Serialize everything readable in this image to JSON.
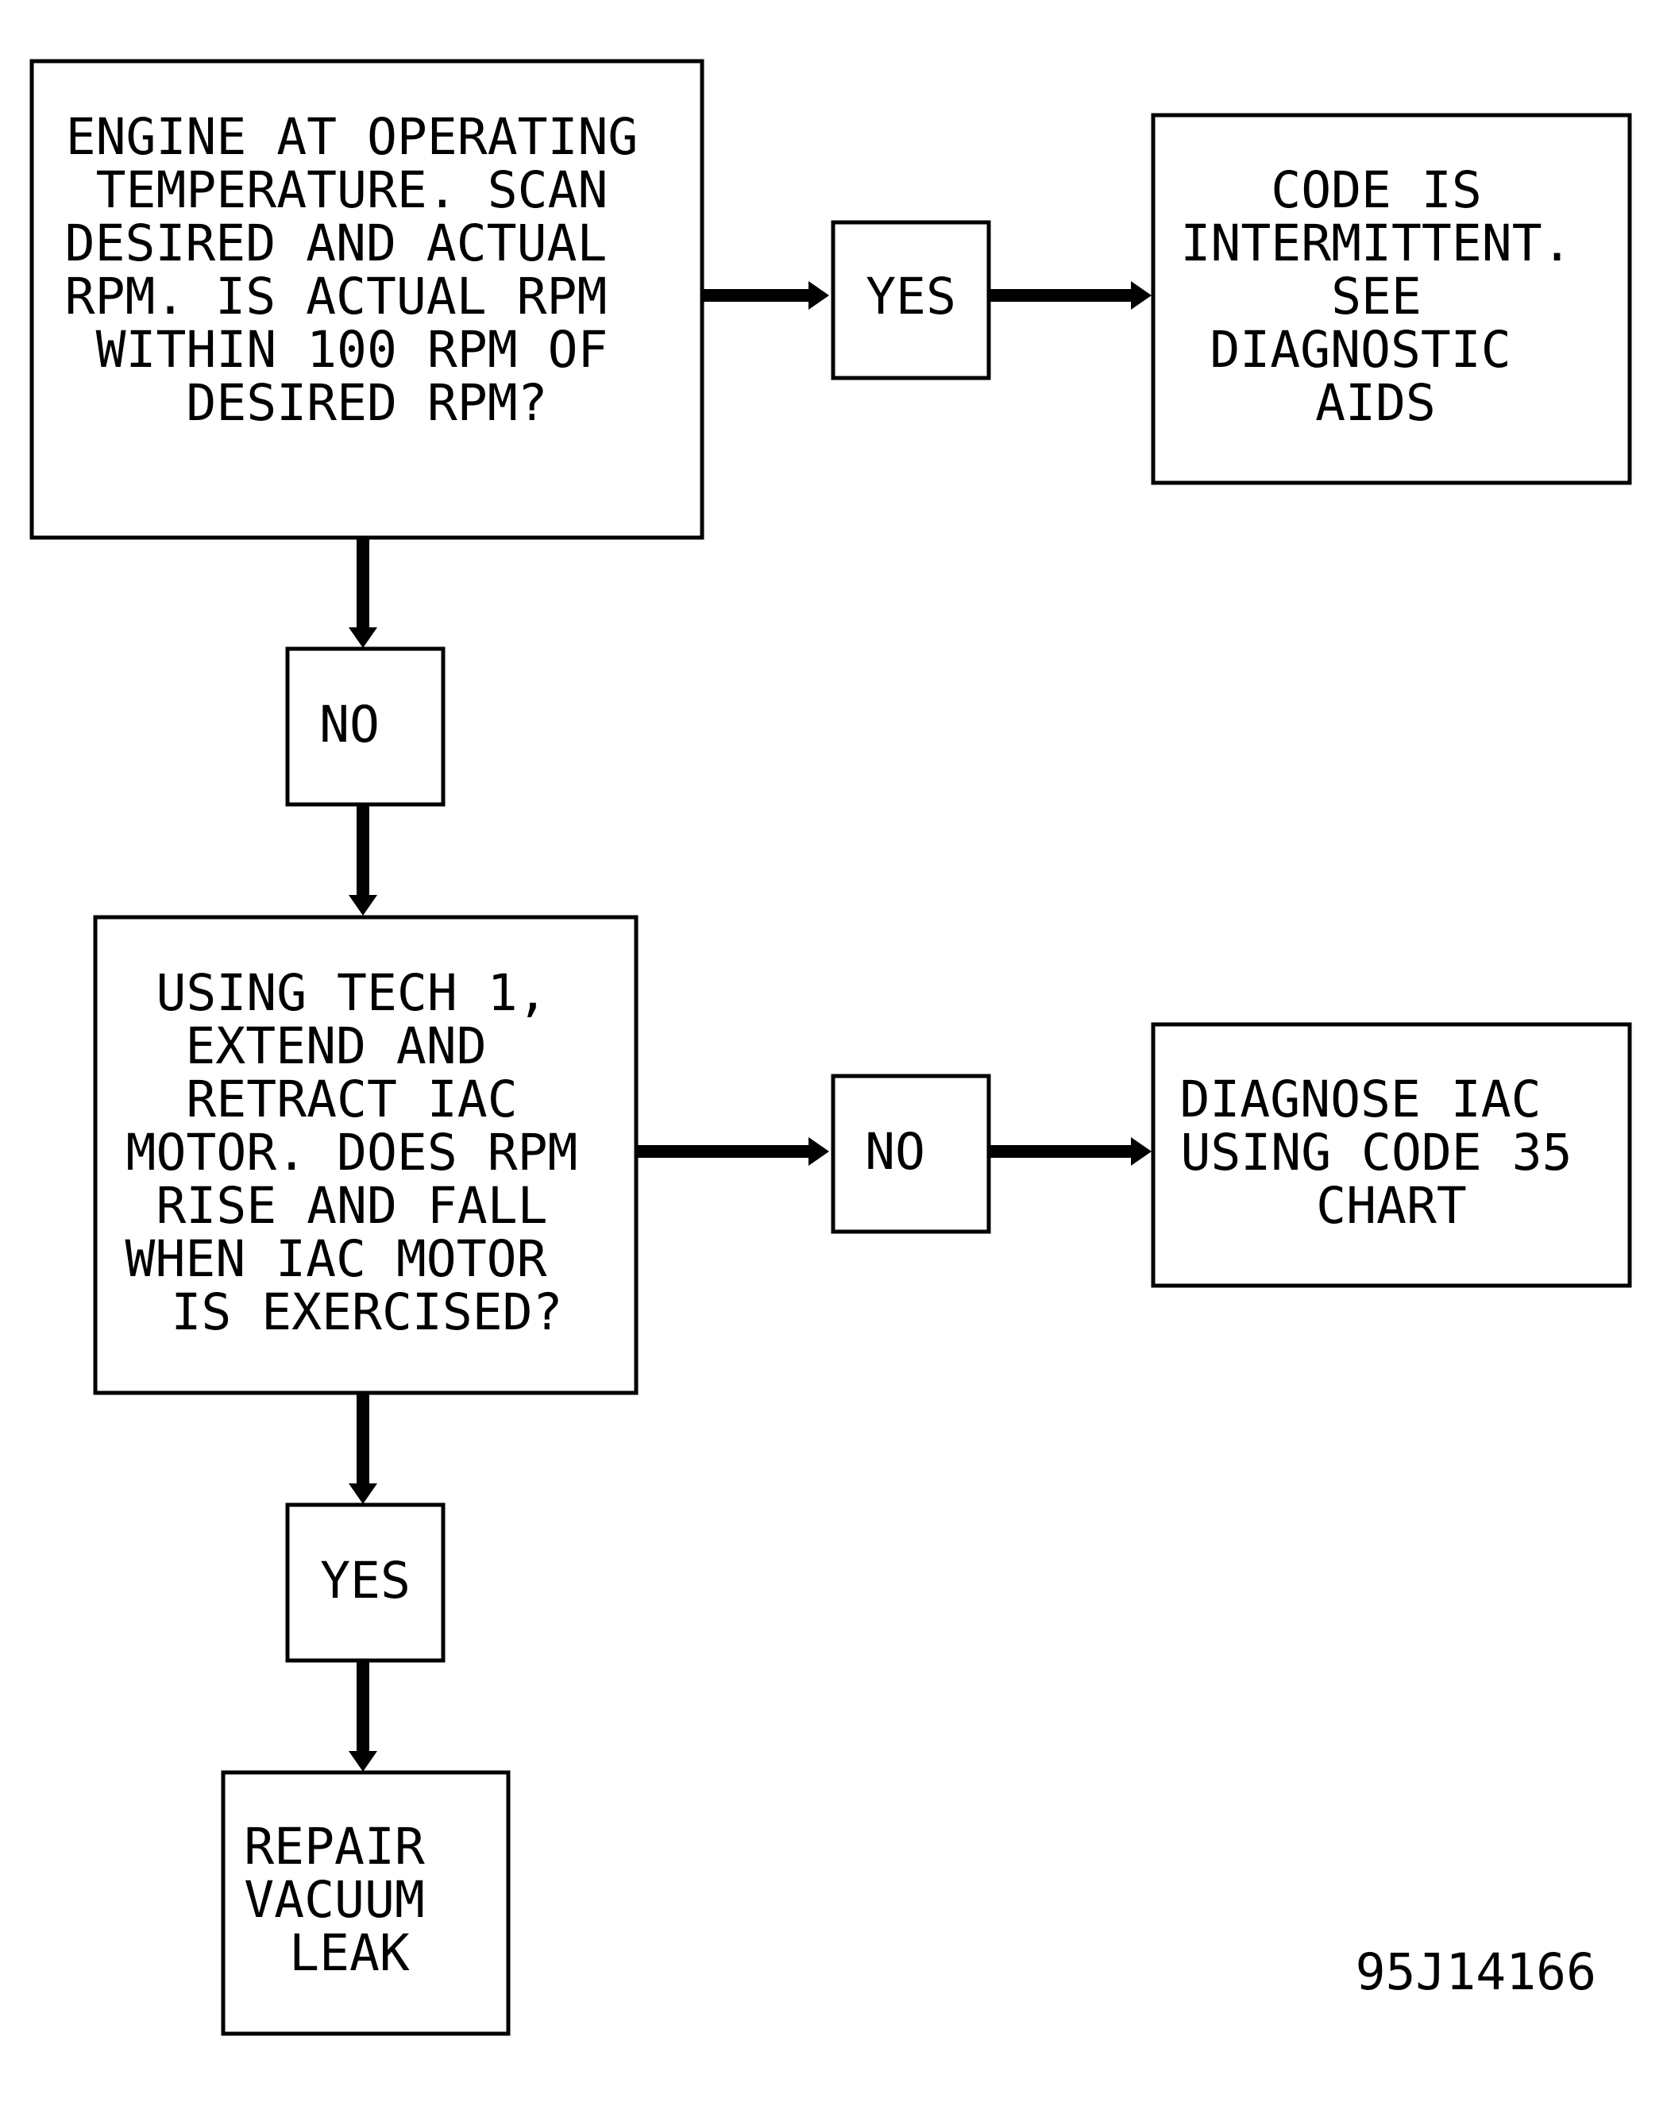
{
  "diagram": {
    "nodes": {
      "check_rpm": {
        "lines": [
          "ENGINE AT OPERATING",
          "TEMPERATURE. SCAN",
          "DESIRED AND ACTUAL",
          "RPM. IS ACTUAL RPM",
          "WITHIN 100 RPM OF",
          "DESIRED RPM?"
        ]
      },
      "yes_1": {
        "label": "YES"
      },
      "code_intermittent": {
        "lines": [
          "CODE IS",
          "INTERMITTENT.",
          "SEE",
          "DIAGNOSTIC",
          "AIDS"
        ]
      },
      "no_1": {
        "label": "NO"
      },
      "exercise_iac": {
        "lines": [
          "USING TECH 1,",
          "EXTEND AND",
          "RETRACT IAC",
          "MOTOR. DOES RPM",
          "RISE AND FALL",
          "WHEN IAC MOTOR",
          "IS EXERCISED?"
        ]
      },
      "no_2": {
        "label": "NO"
      },
      "diagnose_iac": {
        "lines": [
          "DIAGNOSE IAC",
          "USING CODE 35",
          "CHART"
        ]
      },
      "yes_2": {
        "label": "YES"
      },
      "repair_leak": {
        "lines": [
          "REPAIR",
          "VACUUM",
          "LEAK"
        ]
      }
    },
    "figure_id": "95J14166"
  }
}
